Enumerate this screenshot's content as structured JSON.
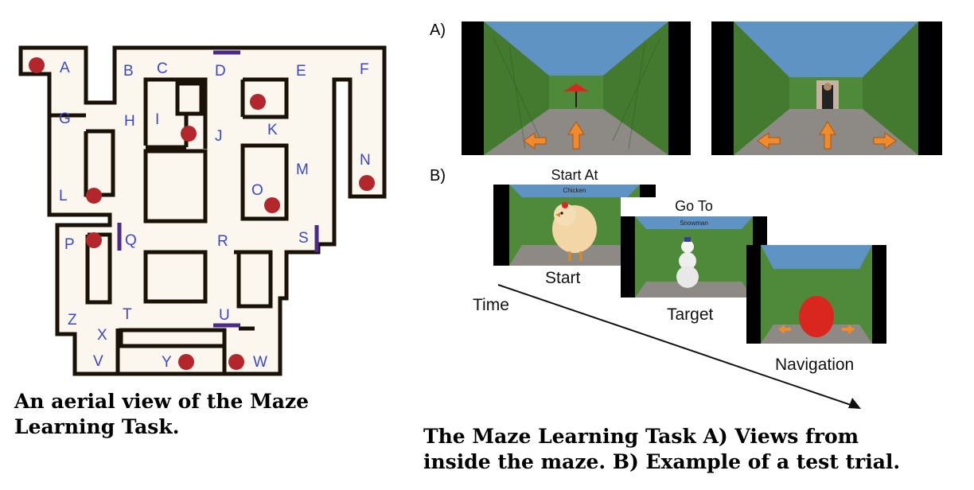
{
  "left_figure": {
    "caption_line1": "An aerial view of the Maze",
    "caption_line2": "Learning Task.",
    "landmarks": [
      "A",
      "B",
      "C",
      "D",
      "E",
      "F",
      "G",
      "H",
      "I",
      "J",
      "K",
      "L",
      "M",
      "N",
      "O",
      "P",
      "Q",
      "R",
      "S",
      "T",
      "U",
      "V",
      "W",
      "X",
      "Y",
      "Z"
    ],
    "colors": {
      "wall": "#1a1206",
      "path": "#fbf7ef",
      "object": "#b3262b",
      "letters": "#3b46c8",
      "door": "#4a2a8a"
    }
  },
  "right_figure": {
    "panel_a_label": "A)",
    "panel_b_label": "B)",
    "trial": {
      "start_header": "Start At",
      "start_sign": "Chicken",
      "start_caption": "Start",
      "goal_header": "Go To",
      "goal_sign": "Snowman",
      "goal_caption": "Target",
      "nav_caption": "Navigation",
      "time_label": "Time"
    },
    "caption_line1": "The Maze Learning Task A) Views from",
    "caption_line2": "inside the maze. B) Example of a test trial.",
    "colors": {
      "sky": "#5f93c4",
      "hedge": "#4e8a3a",
      "floor": "#8d8a86",
      "arrow": "#f08a2a",
      "ball": "#d9261f"
    }
  }
}
